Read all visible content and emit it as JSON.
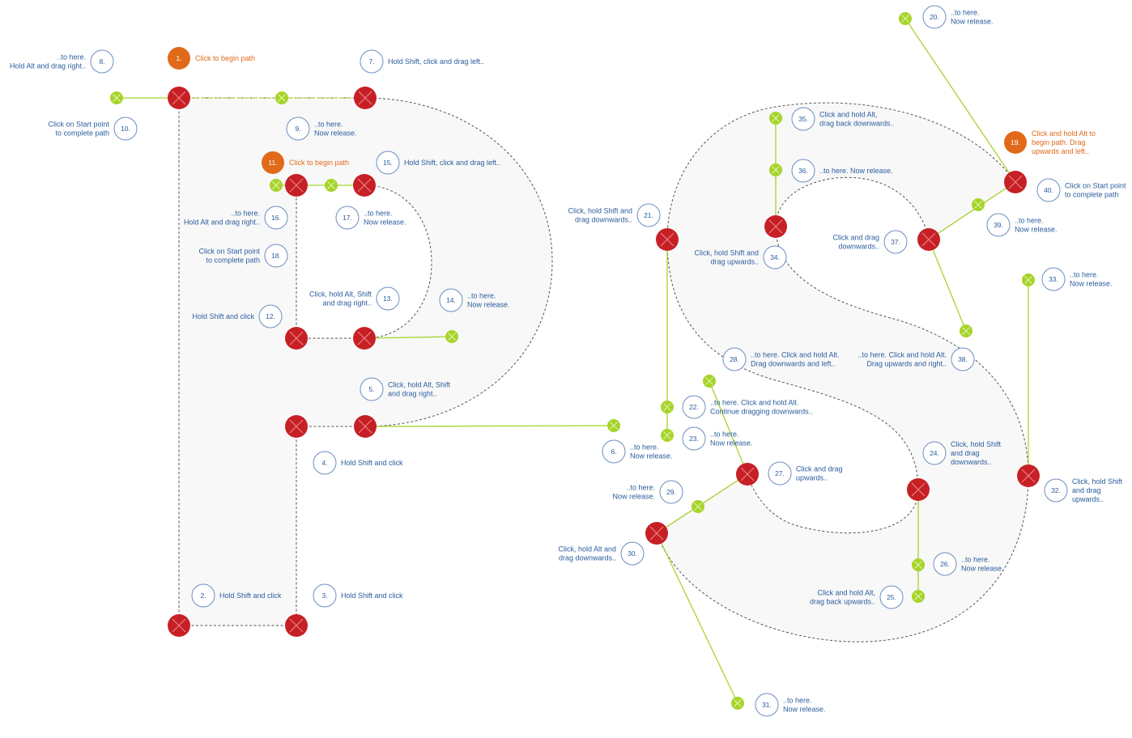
{
  "diagram": {
    "steps": [
      {
        "n": "1.",
        "text": [
          "Click to begin path"
        ],
        "hl": true
      },
      {
        "n": "2.",
        "text": [
          "Hold Shift and click"
        ]
      },
      {
        "n": "3.",
        "text": [
          "Hold Shift and click"
        ]
      },
      {
        "n": "4.",
        "text": [
          "Hold Shift and click"
        ]
      },
      {
        "n": "5.",
        "text": [
          "Click, hold Alt, Shift",
          "and drag right.."
        ]
      },
      {
        "n": "6.",
        "text": [
          "..to here.",
          "Now release."
        ]
      },
      {
        "n": "7.",
        "text": [
          "Hold Shift, click and drag left.."
        ]
      },
      {
        "n": "8.",
        "text": [
          "..to here.",
          "Hold Alt and drag right.."
        ]
      },
      {
        "n": "9.",
        "text": [
          "..to here.",
          "Now release."
        ]
      },
      {
        "n": "10.",
        "text": [
          "Click on Start point",
          "to complete path"
        ]
      },
      {
        "n": "11.",
        "text": [
          "Click to begin path"
        ],
        "hl": true
      },
      {
        "n": "12.",
        "text": [
          "Hold Shift and click"
        ]
      },
      {
        "n": "13.",
        "text": [
          "Click, hold Alt, Shift",
          "and drag right.."
        ]
      },
      {
        "n": "14.",
        "text": [
          "..to here.",
          "Now release."
        ]
      },
      {
        "n": "15.",
        "text": [
          "Hold Shift, click and drag left.."
        ]
      },
      {
        "n": "16.",
        "text": [
          "..to here.",
          "Hold Alt and drag right.."
        ]
      },
      {
        "n": "17.",
        "text": [
          "..to here.",
          "Now release."
        ]
      },
      {
        "n": "18.",
        "text": [
          "Click on Start point",
          "to complete path"
        ]
      },
      {
        "n": "19.",
        "text": [
          "Click and hold Alt to",
          "begin path. Drag",
          "upwards and left.."
        ],
        "hl": true
      },
      {
        "n": "20.",
        "text": [
          "..to here.",
          "Now release."
        ]
      },
      {
        "n": "21.",
        "text": [
          "Click, hold Shift and",
          "drag downwards.."
        ]
      },
      {
        "n": "22.",
        "text": [
          "..to here. Click and hold Alt.",
          "Continue dragging downwards.."
        ]
      },
      {
        "n": "23.",
        "text": [
          "..to here.",
          "Now release."
        ]
      },
      {
        "n": "24.",
        "text": [
          "Click, hold Shift",
          "and drag",
          "downwards.."
        ]
      },
      {
        "n": "25.",
        "text": [
          "Click and hold Alt,",
          "drag back upwards.."
        ]
      },
      {
        "n": "26.",
        "text": [
          "..to here.",
          "Now release."
        ]
      },
      {
        "n": "27.",
        "text": [
          "Click and drag",
          "upwards.."
        ]
      },
      {
        "n": "28.",
        "text": [
          "..to here. Click and hold Alt.",
          "Drag downwards and left.."
        ]
      },
      {
        "n": "29.",
        "text": [
          "..to here.",
          "Now release."
        ]
      },
      {
        "n": "30.",
        "text": [
          "Click, hold Alt and",
          "drag downwards.."
        ]
      },
      {
        "n": "31.",
        "text": [
          "..to here.",
          "Now release."
        ]
      },
      {
        "n": "32.",
        "text": [
          "Click, hold Shift",
          "and drag",
          "upwards.."
        ]
      },
      {
        "n": "33.",
        "text": [
          "..to here.",
          "Now release."
        ]
      },
      {
        "n": "34.",
        "text": [
          "Click, hold Shift and",
          "drag upwards.."
        ]
      },
      {
        "n": "35.",
        "text": [
          "Click and hold Alt,",
          "drag back downwards.."
        ]
      },
      {
        "n": "36.",
        "text": [
          "..to here. Now release."
        ]
      },
      {
        "n": "37.",
        "text": [
          "Click and drag",
          "downwards.."
        ]
      },
      {
        "n": "38.",
        "text": [
          "..to here. Click and hold Alt.",
          "Drag upwards and right.."
        ]
      },
      {
        "n": "39.",
        "text": [
          "..to here.",
          "Now release."
        ]
      },
      {
        "n": "40.",
        "text": [
          "Click on Start point",
          "to complete path"
        ]
      }
    ],
    "colors": {
      "anchor": "#c62026",
      "anchor_mark": "#ef8a8a",
      "handle": "#a6d42b",
      "handle_line": "#a6d42b",
      "label_text": "#2b5d9c",
      "label_circle": "#2b5d9c",
      "highlight": "#e06a1a",
      "guide": "#555555",
      "fill": "#f8f8f8"
    }
  }
}
